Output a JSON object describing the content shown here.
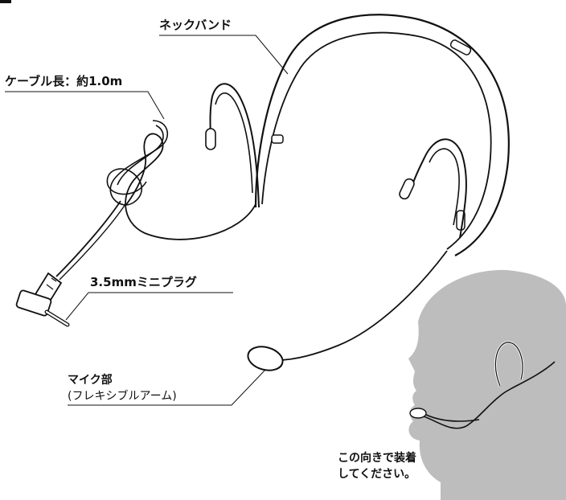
{
  "labels": {
    "neckband": "ネックバンド",
    "cable_length": "ケーブル長：約1.0m",
    "plug": "3.5mmミニプラグ",
    "mic_part": "マイク部",
    "mic_part_sub": "(フレキシブルアーム)",
    "usage_note_line1": "この向きで装着",
    "usage_note_line2": "してください。"
  },
  "colors": {
    "line": "#111111",
    "head_silhouette": "#bdbdbd",
    "background": "#ffffff"
  }
}
